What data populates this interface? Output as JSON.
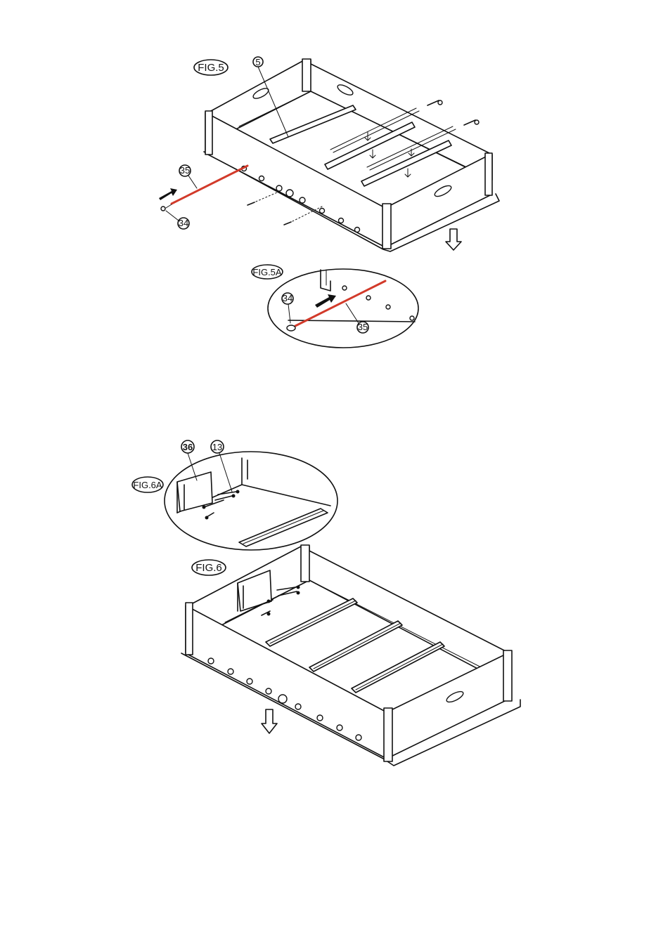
{
  "fig5": {
    "title": "FIG.5",
    "labels": {
      "rail": "5",
      "rod": "35",
      "screw": "34"
    }
  },
  "fig5a": {
    "title": "FIG.5A",
    "labels": {
      "screw": "34",
      "rod": "35"
    }
  },
  "fig6a": {
    "title": "FIG.6A",
    "labels": {
      "block": "36",
      "screws": "13"
    }
  },
  "fig6": {
    "title": "FIG.6"
  }
}
